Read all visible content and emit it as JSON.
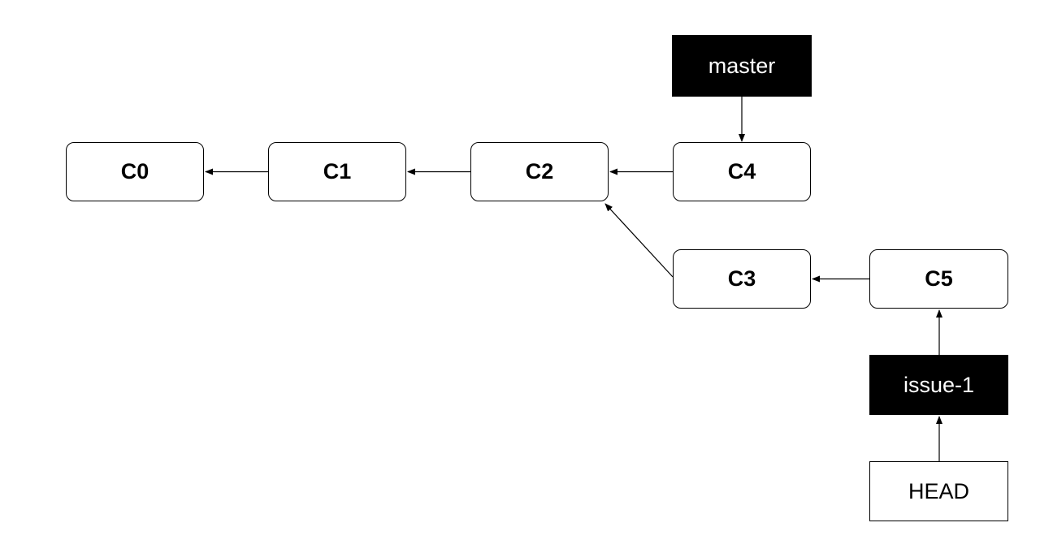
{
  "commits": {
    "c0": "C0",
    "c1": "C1",
    "c2": "C2",
    "c3": "C3",
    "c4": "C4",
    "c5": "C5"
  },
  "branches": {
    "master": "master",
    "issue1": "issue-1"
  },
  "refs": {
    "head": "HEAD"
  },
  "colors": {
    "branch_fill": "#000000",
    "branch_text": "#ffffff",
    "commit_fill": "#ffffff",
    "stroke": "#000000"
  }
}
